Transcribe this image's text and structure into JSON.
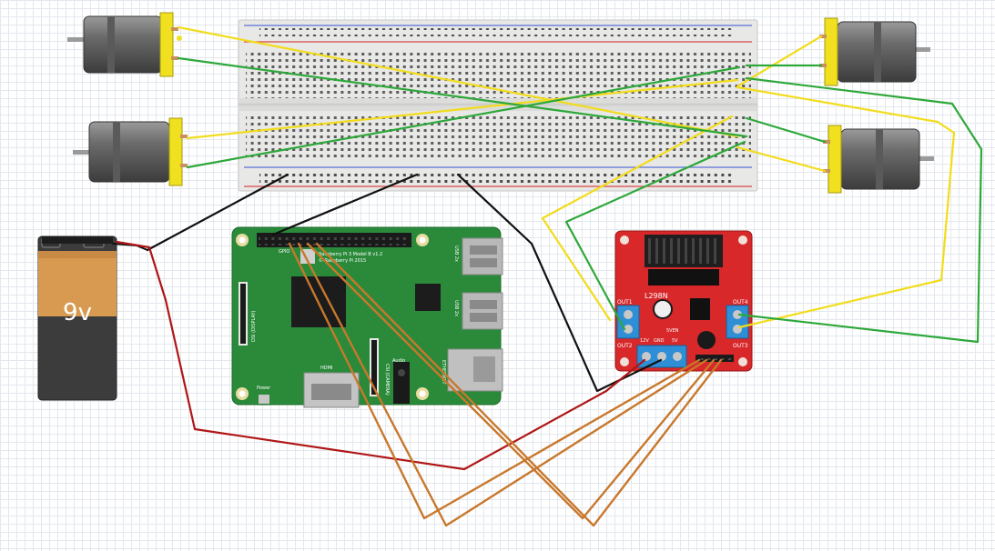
{
  "battery": {
    "label": "9v"
  },
  "raspberry_pi": {
    "gpio_label": "GPIO",
    "model_line1": "Raspberry Pi 3 Model B v1.2",
    "model_line2": "© Raspberry Pi 2015",
    "usb_label_top": "USB 2x",
    "usb_label_bottom": "USB 2x",
    "display_label": "DSI (DISPLAY)",
    "camera_label": "CSI (CAMERA)",
    "audio_label": "Audio",
    "ethernet_label": "ETHERNET",
    "hdmi_label": "HDMI",
    "power_label": "Power"
  },
  "driver": {
    "chip_label": "L298N",
    "out1": "OUT1",
    "out2": "OUT2",
    "out3": "OUT3",
    "out4": "OUT4",
    "v12": "12V",
    "gnd": "GND",
    "v5": "5V",
    "ven": "5VEN"
  },
  "colors": {
    "wire_black": "#111111",
    "wire_red": "#b01616",
    "wire_yellow": "#f2dc1c",
    "wire_green": "#2ea83a",
    "wire_orange": "#c8782c",
    "pcb_green": "#2a8a3a",
    "pcb_red": "#d8282a",
    "terminal_blue": "#2e8fd6"
  }
}
